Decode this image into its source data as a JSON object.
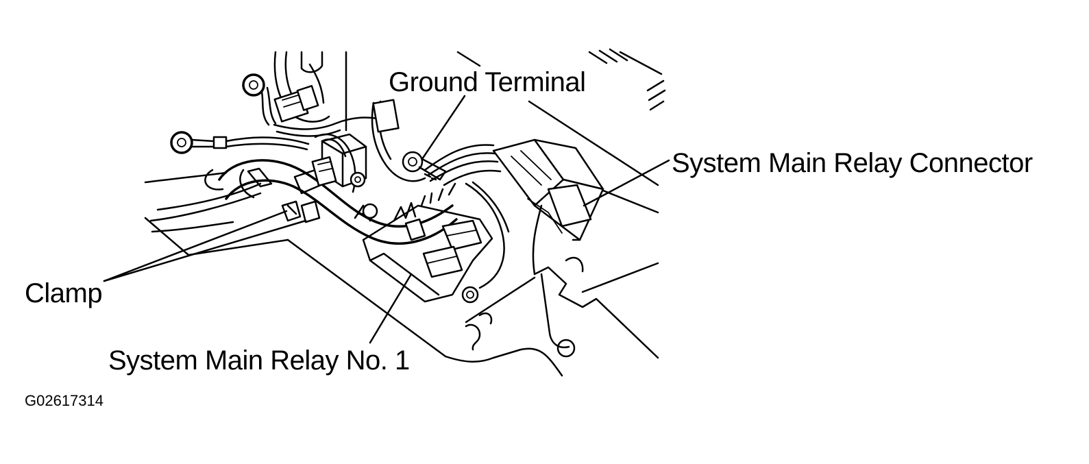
{
  "labels": {
    "ground_terminal": "Ground Terminal",
    "system_main_relay_connector": "System Main Relay Connector",
    "clamp": "Clamp",
    "system_main_relay_no_1": "System Main Relay No. 1"
  },
  "figure_id": "G02617314",
  "colors": {
    "ink": "#000000",
    "background": "#ffffff"
  }
}
